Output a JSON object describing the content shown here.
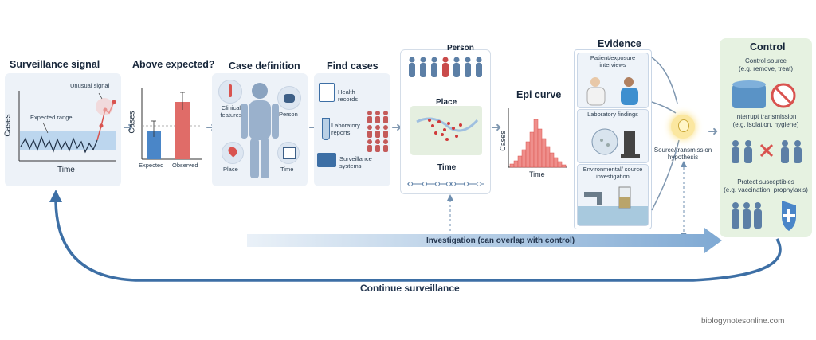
{
  "stages": {
    "surveillance": {
      "title": "Surveillance signal",
      "ylabel": "Cases",
      "xlabel": "Time",
      "expected_range": "Expected range",
      "unusual": "Unusual signal"
    },
    "above": {
      "title": "Above expected?",
      "ylabel": "Cases",
      "bar1": "Expected",
      "bar2": "Observed"
    },
    "case_def": {
      "title": "Case definition",
      "clinical": "Clinical features",
      "person": "Person",
      "place": "Place",
      "time": "Time"
    },
    "find": {
      "title": "Find cases",
      "health": "Health records",
      "lab": "Laboratory reports",
      "surv": "Surveillance systems"
    },
    "person_place_time": {
      "person": "Person",
      "place": "Place",
      "time": "Time"
    },
    "epi": {
      "title": "Epi curve",
      "ylabel": "Cases",
      "xlabel": "Time"
    },
    "evidence": {
      "title": "Evidence",
      "interviews": "Patient/exposure interviews",
      "lab": "Laboratory findings",
      "env": "Environmental/ source investigation",
      "hypothesis": "Source/transmission hypothesis"
    },
    "control": {
      "title": "Control",
      "source": "Control source",
      "source_sub": "(e.g. remove, treat)",
      "interrupt": "Interrupt transmission",
      "interrupt_sub": "(e.g. isolation, hygiene)",
      "protect": "Protect susceptibles",
      "protect_sub": "(e.g. vaccination, prophylaxis)"
    }
  },
  "investigation_label": "Investigation (can overlap with control)",
  "continue_label": "Continue surveillance",
  "watermark": "biologynotesonline.com",
  "colors": {
    "blue": "#4a86c8",
    "red": "#d9534f",
    "arrow": "#7f97b0",
    "green_bg": "#e6f2e1"
  }
}
